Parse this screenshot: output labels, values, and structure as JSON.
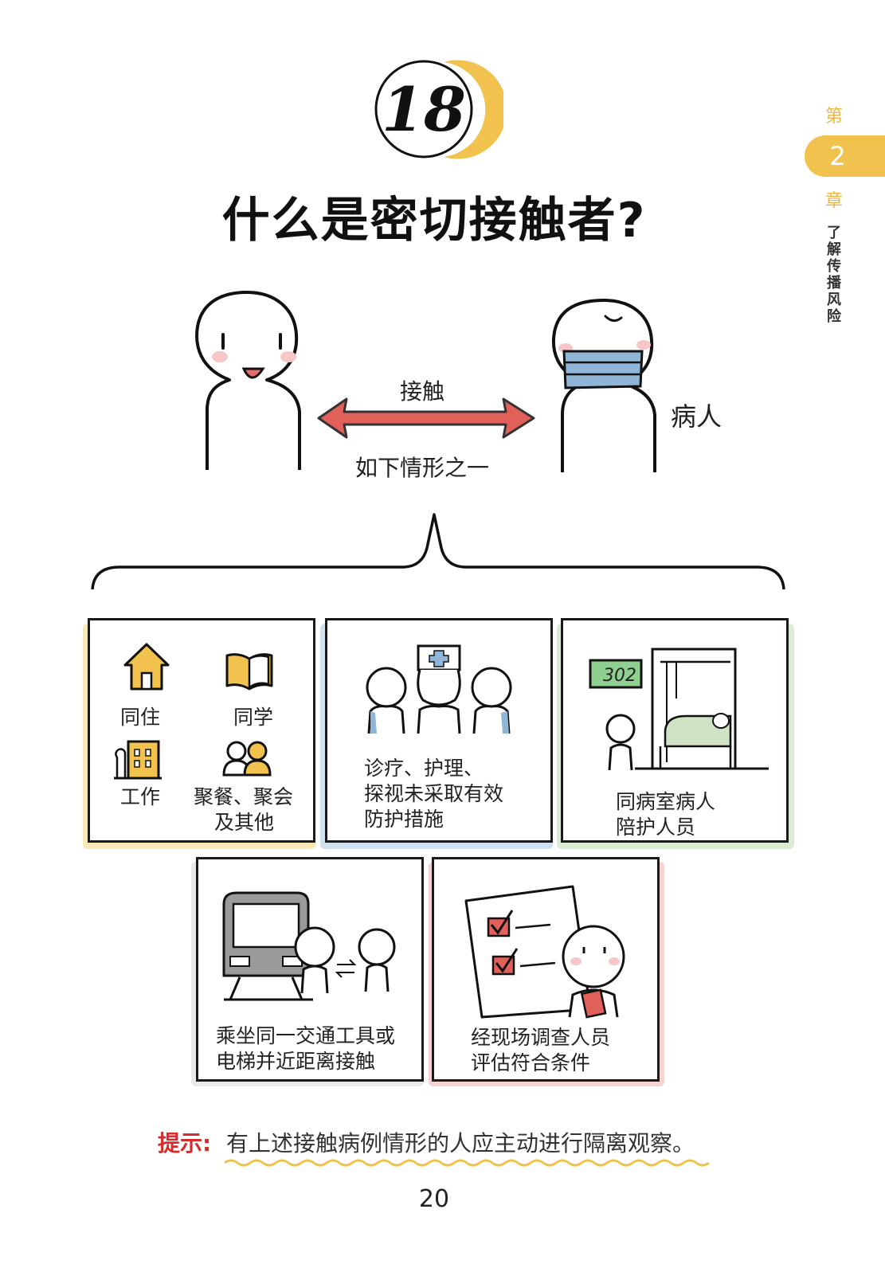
{
  "badge": {
    "number": "18"
  },
  "title": "什么是密切接触者?",
  "chapter": {
    "prefix": "第",
    "number": "2",
    "suffix": "章",
    "subtitle": "了解传播风险"
  },
  "diagram": {
    "contact_label": "接触",
    "sick_label": "病人",
    "condition_label": "如下情形之一"
  },
  "panels": {
    "p1": {
      "live": "同住",
      "study": "同学",
      "work": "工作",
      "gather_line1": "聚餐、聚会",
      "gather_line2": "及其他"
    },
    "p2": {
      "line1": "诊疗、护理、",
      "line2": "探视未采取有效",
      "line3": "防护措施"
    },
    "p3": {
      "room_number": "302",
      "line1": "同病室病人",
      "line2": "陪护人员"
    },
    "p4": {
      "line1": "乘坐同一交通工具或",
      "line2": "电梯并近距离接触"
    },
    "p5": {
      "line1": "经现场调查人员",
      "line2": "评估符合条件"
    }
  },
  "tip": {
    "label": "提示:",
    "text": "有上述接触病例情形的人应主动进行隔离观察。"
  },
  "page_number": "20",
  "colors": {
    "accent_yellow": "#f2c24f",
    "arrow_red": "#e2605a",
    "tip_red": "#d82b2b",
    "mask_blue": "#8fb6d6",
    "bed_green": "#cfe3c4"
  }
}
